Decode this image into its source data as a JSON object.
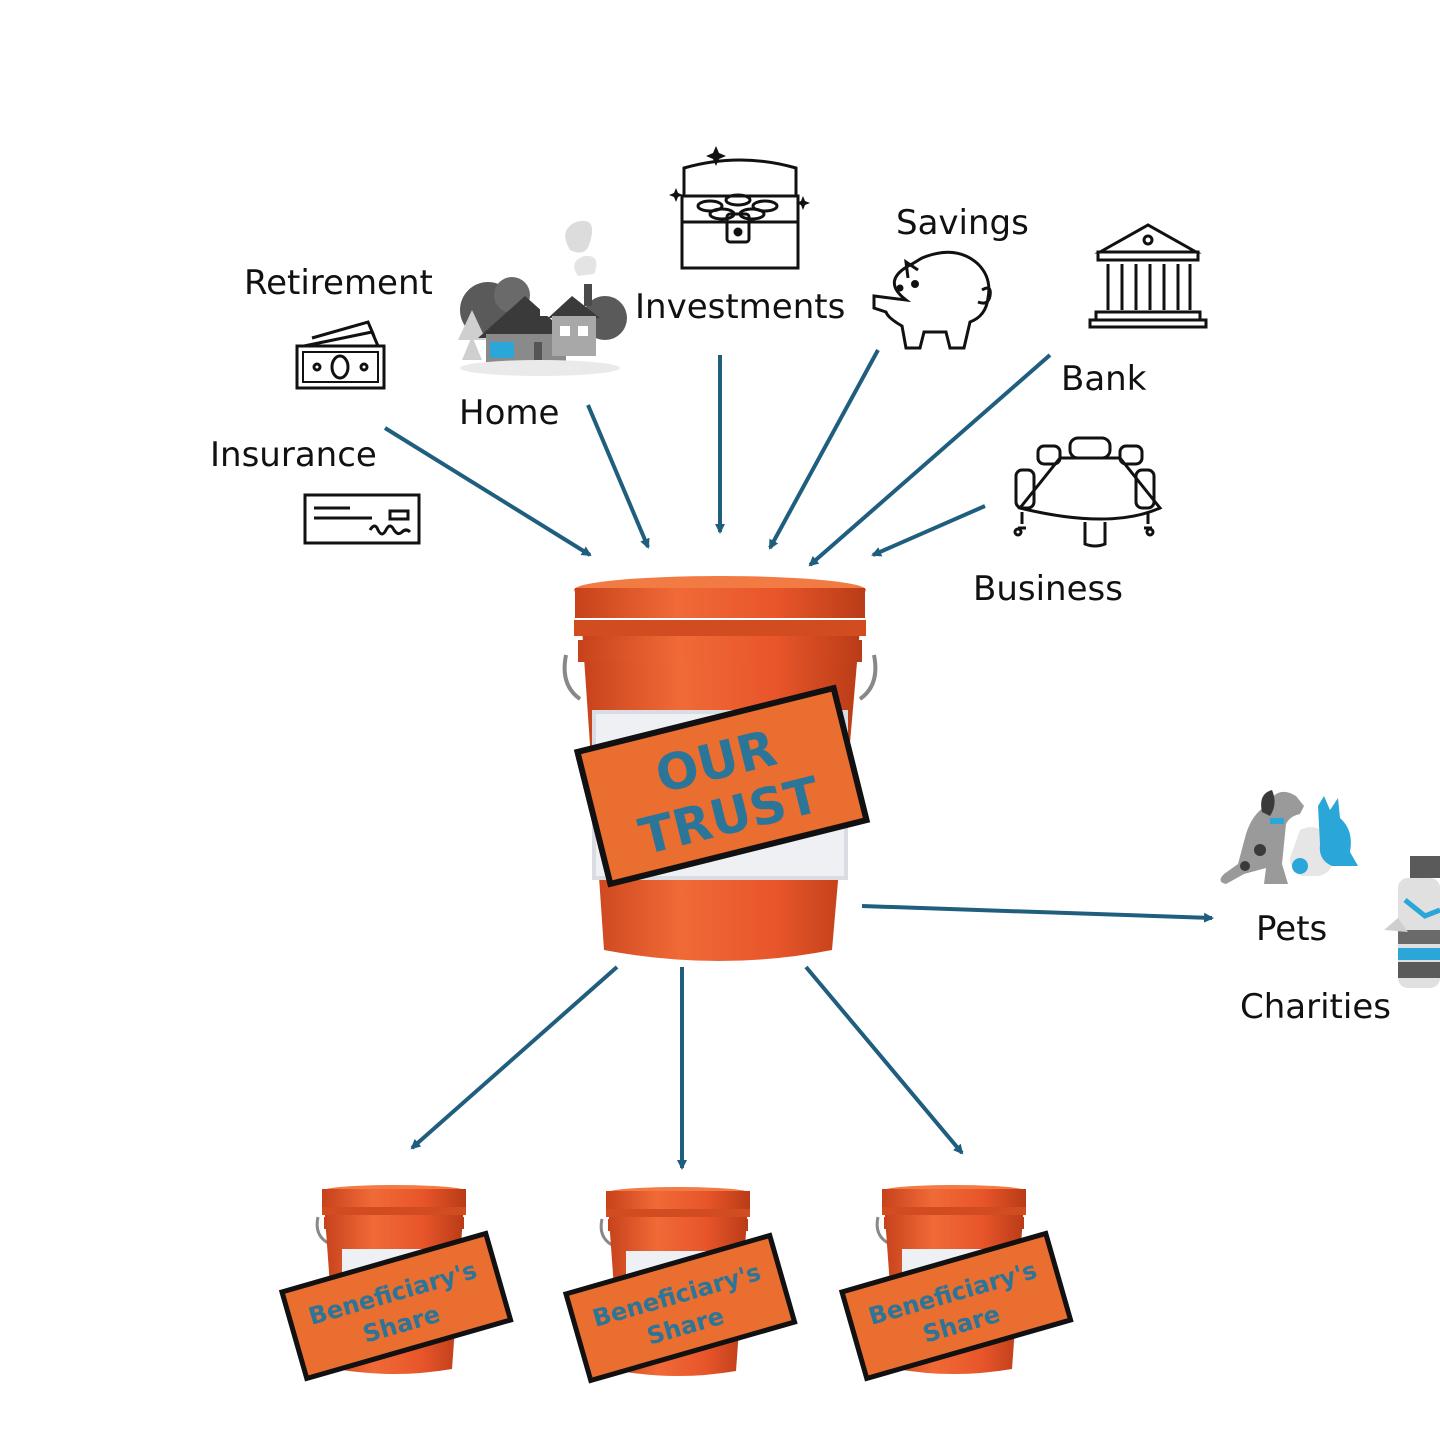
{
  "labels": {
    "retirement": "Retirement",
    "home": "Home",
    "investments": "Investments",
    "savings": "Savings",
    "bank": "Bank",
    "insurance": "Insurance",
    "business": "Business",
    "pets": "Pets",
    "charities": "Charities"
  },
  "trust": {
    "line1": "OUR",
    "line2": "TRUST"
  },
  "share_buckets": [
    {
      "line1": "Beneficiary's",
      "line2": "Share"
    },
    {
      "line1": "Beneficiary's",
      "line2": "Share"
    },
    {
      "line1": "Beneficiary's",
      "line2": "Share"
    }
  ],
  "colors": {
    "bucket": "#e8552a",
    "bucket_dark": "#c7421b",
    "sign": "#e96e30",
    "sign_text": "#2a7598",
    "arrow": "#1f5e7e",
    "icon": "#111111",
    "accent_blue": "#2aa7d8"
  },
  "icons": [
    "cash-icon",
    "house-icon",
    "treasure-chest-icon",
    "piggy-bank-icon",
    "bank-building-icon",
    "check-icon",
    "conference-table-icon",
    "pets-icon",
    "gift-jar-icon"
  ]
}
